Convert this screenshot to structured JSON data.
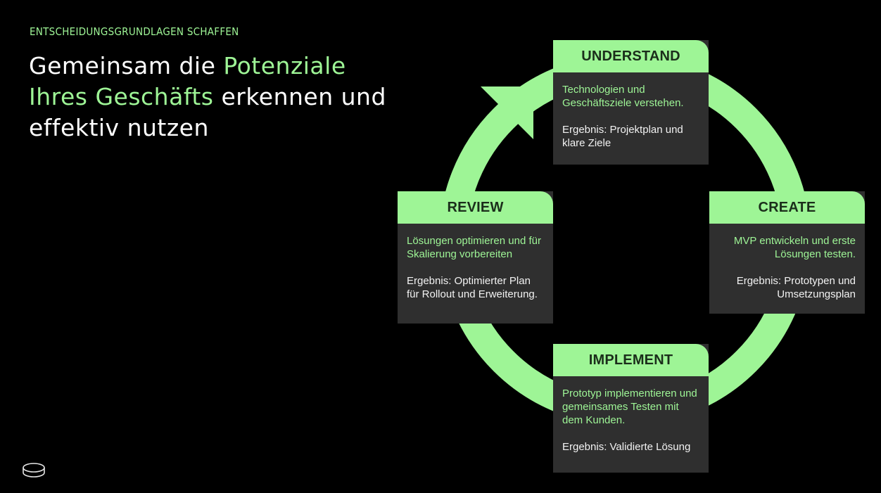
{
  "header": {
    "eyebrow": "ENTSCHEIDUNGSGRUNDLAGEN SCHAFFEN",
    "title_part1": "Gemeinsam die ",
    "title_highlight": "Potenziale Ihres Geschäfts",
    "title_part2": " erkennen und effektiv nutzen"
  },
  "colors": {
    "accent": "#9ef596",
    "card_body": "#2f2f2f",
    "background": "#000000"
  },
  "logo": {
    "icon": "ring-logo-icon"
  },
  "cycle": {
    "stages": [
      {
        "id": "understand",
        "title": "UNDERSTAND",
        "description": "Technologien und Geschäftsziele verstehen.",
        "result": "Ergebnis: Projektplan und klare Ziele"
      },
      {
        "id": "create",
        "title": "CREATE",
        "description": "MVP entwickeln und erste Lösungen testen.",
        "result": "Ergebnis: Prototypen und Umsetzungsplan"
      },
      {
        "id": "implement",
        "title": "IMPLEMENT",
        "description": "Prototyp implementieren und gemeinsames Testen mit dem Kunden.",
        "result": "Ergebnis: Validierte Lösung"
      },
      {
        "id": "review",
        "title": "REVIEW",
        "description": "Lösungen optimieren und für Skalierung vorbereiten",
        "result": "Ergebnis: Optimierter Plan für Rollout und Erweiterung."
      }
    ]
  }
}
